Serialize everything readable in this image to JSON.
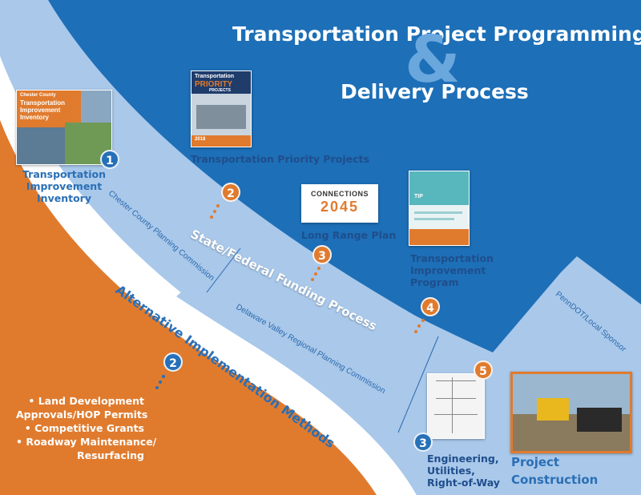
{
  "header": {
    "title_line1": "Transportation Project Programming",
    "ampersand": "&",
    "title_line2": "Delivery Process"
  },
  "bands": {
    "funding": "State/Federal Funding Process",
    "alternative": "Alternative Implementation Methods"
  },
  "commissions": {
    "county": "Chester County Planning Commission",
    "regional": "Delaware Valley Regional Planning Commission",
    "local": "PennDOT/Local Sponsor"
  },
  "steps": [
    {
      "num": "1",
      "label": "Transportation Improvement Inventory"
    },
    {
      "num": "2",
      "label": "Transportation Priority Projects"
    },
    {
      "num": "3",
      "label": "Long Range Plan"
    },
    {
      "num": "4",
      "label": "Transportation Improvement Program"
    },
    {
      "num": "5",
      "label": ""
    }
  ],
  "alt_steps": [
    {
      "num": "2"
    },
    {
      "num": "3",
      "label_lines": [
        "Engineering,",
        "Utilities,",
        "Right-of-Way"
      ]
    }
  ],
  "construction": {
    "line1": "Project",
    "line2": "Construction"
  },
  "alt_methods": [
    "• Land Development",
    "Approvals/HOP Permits",
    "• Competitive Grants",
    "• Roadway Maintenance/",
    "Resurfacing"
  ],
  "covers": {
    "tii": {
      "line1": "Chester County",
      "line2": "Transportation",
      "line3": "Improvement",
      "line4": "Inventory"
    },
    "tpp": {
      "line1": "Transportation",
      "line2": "PRIORITY",
      "line3": "PROJECTS",
      "year": "2018"
    },
    "lrp": {
      "line1": "CONNECTIONS",
      "line2": "2045"
    },
    "tip": {
      "line1": "TIP"
    }
  },
  "colors": {
    "background": "#1d6fb7",
    "band_light": "#a9c8ea",
    "orange": "#e07b2e",
    "white": "#ffffff"
  }
}
